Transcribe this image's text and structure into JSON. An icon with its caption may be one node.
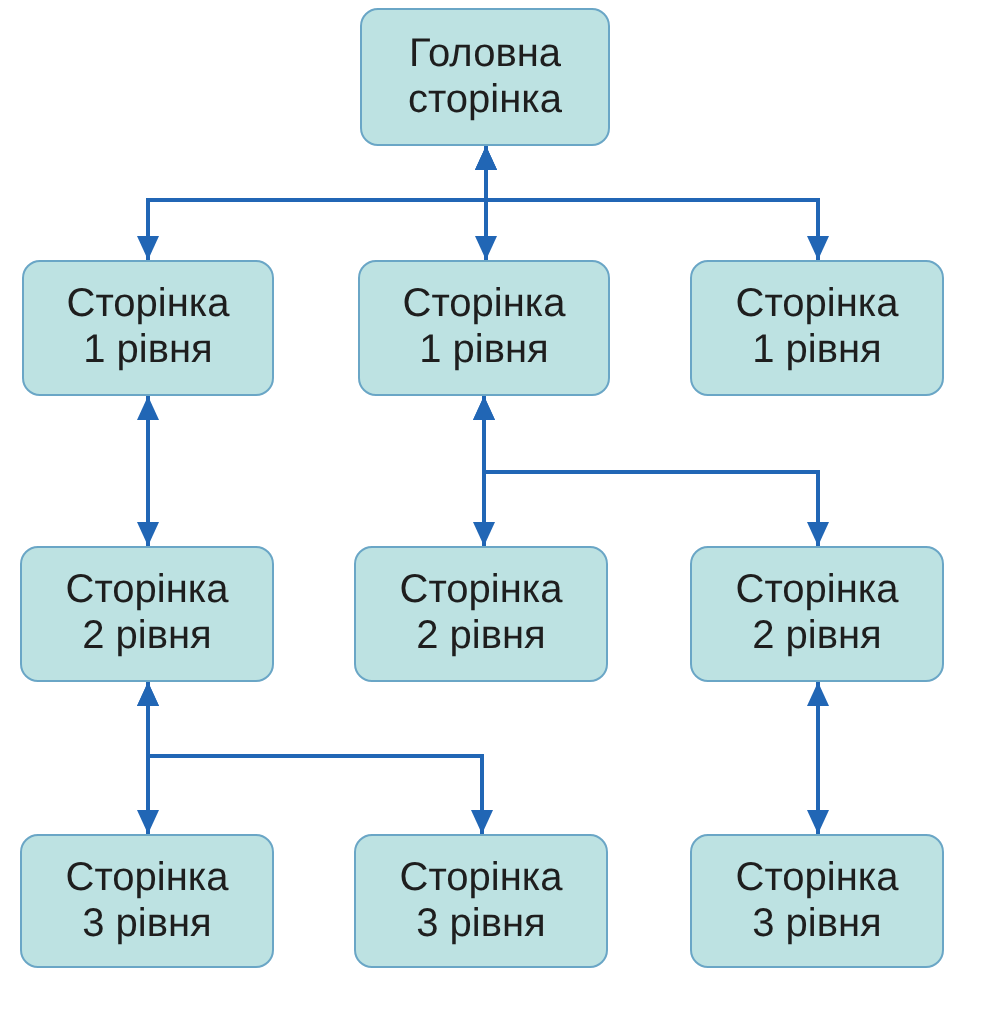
{
  "diagram": {
    "nodes": [
      {
        "text": [
          "Головна сторінка"
        ]
      },
      {
        "text": [
          "Сторінка 1 рівня"
        ]
      },
      {
        "text": [
          "Сторінка 1 рівня"
        ]
      },
      {
        "text": [
          "Сторінка 1 рівня"
        ]
      },
      {
        "text": [
          "Сторінка 2 рівня"
        ]
      },
      {
        "text": [
          "Сторінка 2 рівня"
        ]
      },
      {
        "text": [
          "Сторінка 2 рівня"
        ]
      },
      {
        "text": [
          "Сторінка 3 рівня"
        ]
      },
      {
        "text": [
          "Сторінка 3 рівня"
        ]
      },
      {
        "text": [
          "Сторінка 3 рівня"
        ]
      }
    ],
    "edges": [
      {
        "from": 0,
        "to": 1,
        "arrow": "both"
      },
      {
        "from": 0,
        "to": 2,
        "arrow": "both"
      },
      {
        "from": 0,
        "to": 3,
        "arrow": "both"
      },
      {
        "from": 1,
        "to": 4,
        "arrow": "both"
      },
      {
        "from": 2,
        "to": 5,
        "arrow": "both"
      },
      {
        "from": 2,
        "to": 6,
        "arrow": "both"
      },
      {
        "from": 4,
        "to": 7,
        "arrow": "both"
      },
      {
        "from": 4,
        "to": 8,
        "arrow": "both"
      },
      {
        "from": 6,
        "to": 9,
        "arrow": "both"
      }
    ]
  }
}
